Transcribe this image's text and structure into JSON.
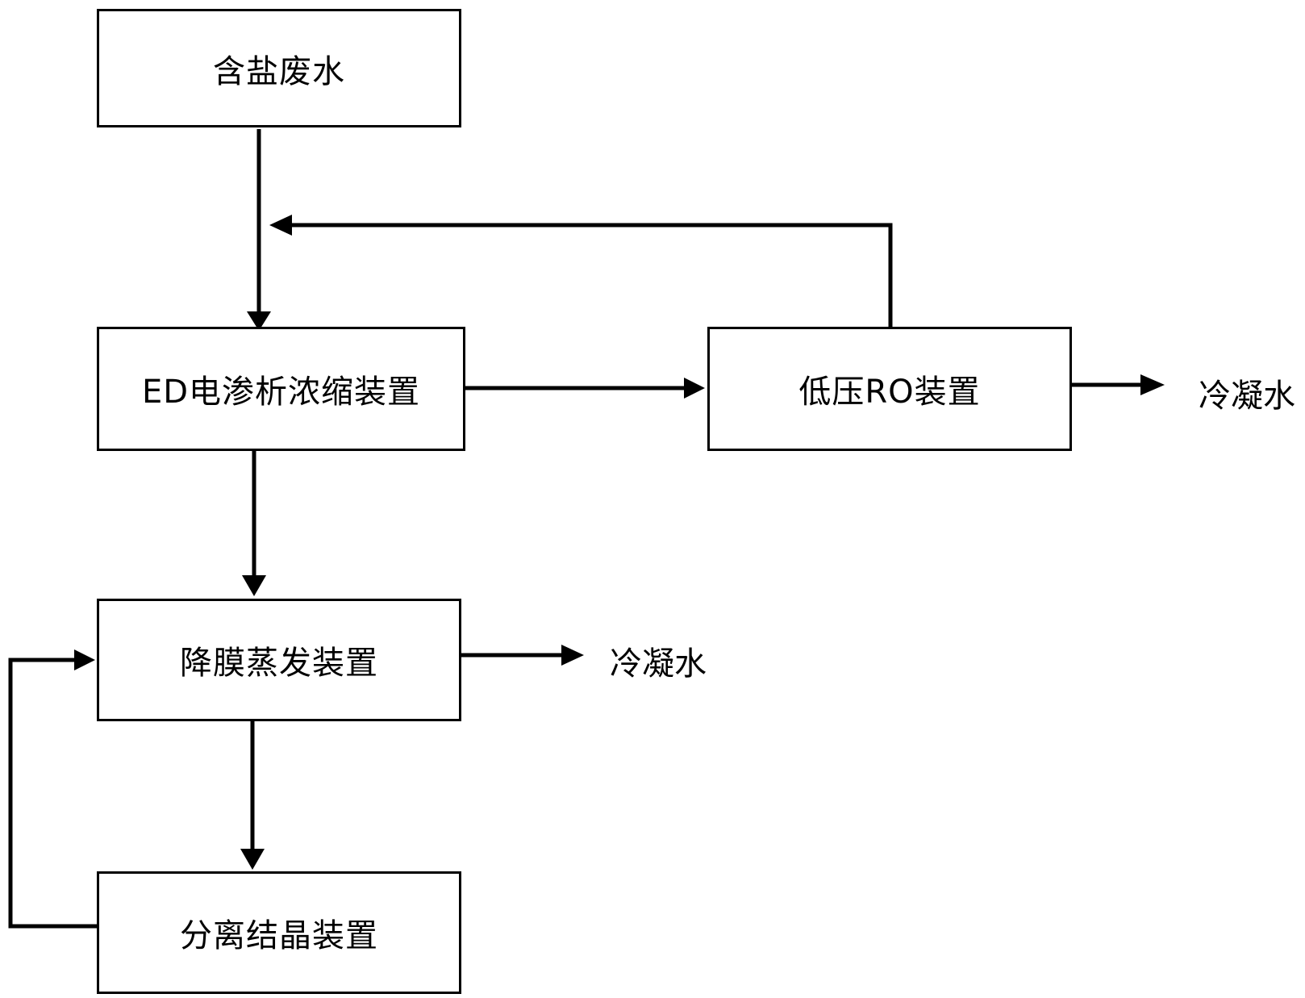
{
  "nodes": {
    "wastewater": "含盐废水",
    "ed": "ED电渗析浓缩装置",
    "ro": "低压RO装置",
    "evaporator": "降膜蒸发装置",
    "crystallizer": "分离结晶装置"
  },
  "outputs": {
    "ro_condensate": "冷凝水",
    "evaporator_condensate": "冷凝水"
  },
  "colors": {
    "line": "#000000",
    "background": "#ffffff"
  }
}
